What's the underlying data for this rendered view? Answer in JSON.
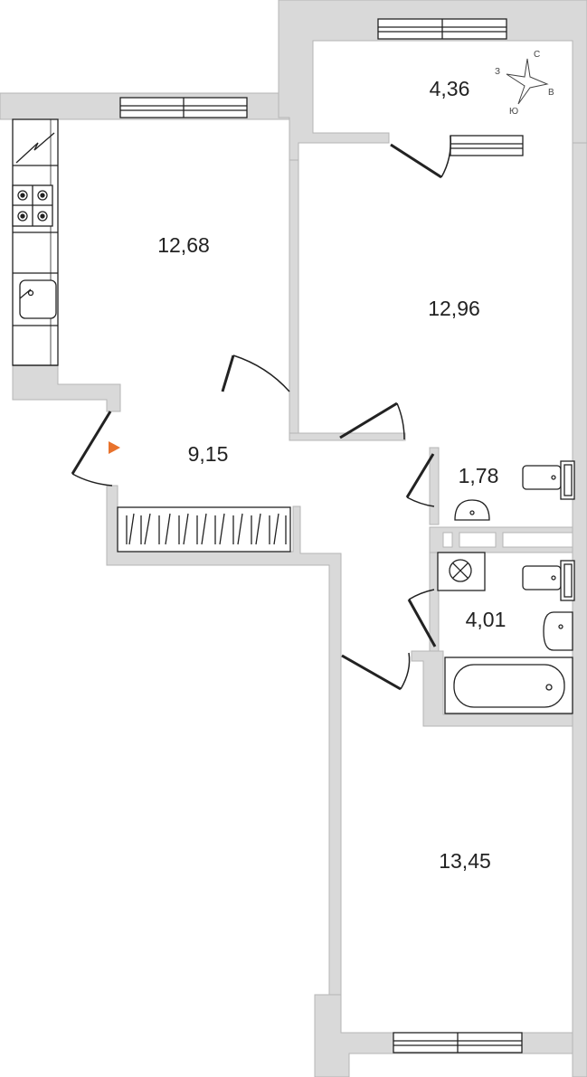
{
  "plan": {
    "colors": {
      "wall_fill": "#d9d9d9",
      "wall_line": "#b5b5b5",
      "line": "#222222",
      "entrance_marker": "#e8722c",
      "background": "#ffffff"
    },
    "rooms": [
      {
        "id": "balcony",
        "area": "4,36"
      },
      {
        "id": "kitchen",
        "area": "12,68"
      },
      {
        "id": "bedroom-top",
        "area": "12,96"
      },
      {
        "id": "hall",
        "area": "9,15"
      },
      {
        "id": "wc",
        "area": "1,78"
      },
      {
        "id": "bathroom",
        "area": "4,01"
      },
      {
        "id": "bedroom-bottom",
        "area": "13,45"
      }
    ],
    "compass": {
      "north": "С",
      "east": "В",
      "south": "Ю",
      "west": "З"
    },
    "icons": {
      "entrance": "entrance-arrow-icon",
      "compass": "compass-rose-icon",
      "stove": "stove-icon",
      "sink": "sink-icon",
      "toilet": "toilet-icon",
      "bathtub": "bathtub-icon",
      "washing_machine": "washing-machine-icon",
      "wardrobe": "wardrobe-icon"
    }
  }
}
